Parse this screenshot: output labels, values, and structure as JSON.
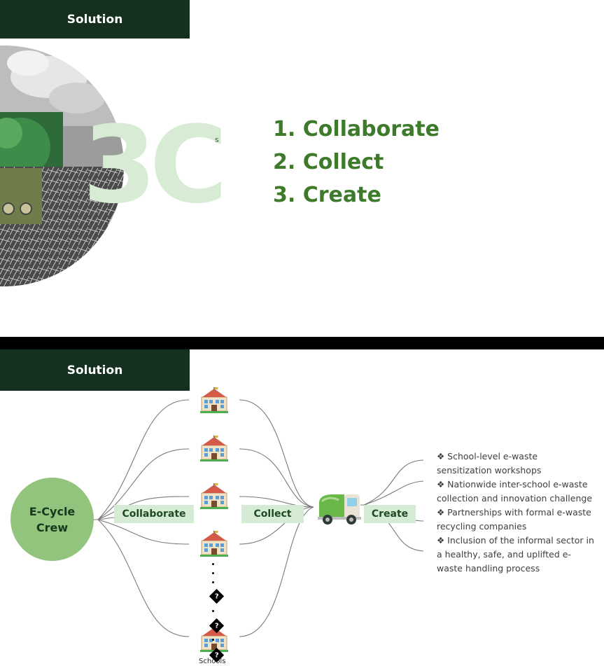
{
  "slide1": {
    "tab": "Solution",
    "big_text": "3C",
    "superscript": "s",
    "steps": [
      "1. Collaborate",
      "2. Collect",
      "3. Create"
    ]
  },
  "slide2": {
    "tab": "Solution",
    "crew": [
      "E-Cycle",
      "Crew"
    ],
    "stages": [
      "Collaborate",
      "Collect",
      "Create"
    ],
    "schools_label": "Schools",
    "unknown_glyph": "?",
    "bullets": [
      "❖ School-level e-waste sensitization workshops",
      "❖ Nationwide inter-school e-waste collection and innovation challenge",
      "❖ Partnerships with formal e-waste recycling companies",
      "❖ Inclusion of the informal sector in a healthy, safe, and uplifted e-waste handling process"
    ]
  },
  "colors": {
    "tab_bg": "#15301e",
    "heading_green": "#3d7a2a",
    "pale_green": "#d7ebd5",
    "crew_green": "#92c47e",
    "divider": "#000000"
  },
  "icons": [
    "school-building-icon",
    "recycling-truck-icon"
  ]
}
